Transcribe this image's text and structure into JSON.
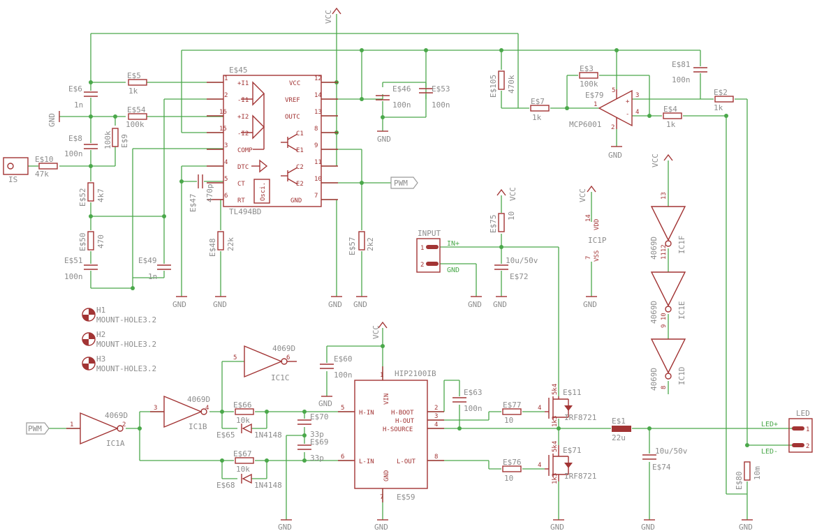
{
  "ic_main": {
    "name": "E$45",
    "value": "TL494BD",
    "pins_left": [
      {
        "num": "1",
        "label": "+I1"
      },
      {
        "num": "2",
        "label": "-I1"
      },
      {
        "num": "16",
        "label": "+I2"
      },
      {
        "num": "15",
        "label": "-I2"
      },
      {
        "num": "3",
        "label": "COMP"
      },
      {
        "num": "4",
        "label": "DTC"
      },
      {
        "num": "5",
        "label": "CT"
      },
      {
        "num": "6",
        "label": "RT"
      }
    ],
    "pins_right": [
      {
        "num": "12",
        "label": "VCC"
      },
      {
        "num": "14",
        "label": "VREF"
      },
      {
        "num": "13",
        "label": "OUTC"
      },
      {
        "num": "8",
        "label": "C1"
      },
      {
        "num": "9",
        "label": "E1"
      },
      {
        "num": "11",
        "label": "C2"
      },
      {
        "num": "10",
        "label": "E2"
      },
      {
        "num": "7",
        "label": "GND"
      }
    ],
    "osc_label": "Osci."
  },
  "driver": {
    "name": "E$59",
    "value": "HIP2100IB",
    "pins": [
      {
        "num": "1",
        "label": "VIN"
      },
      {
        "num": "5",
        "label": "H-IN"
      },
      {
        "num": "6",
        "label": "L-IN"
      },
      {
        "num": "2",
        "label": "H-BOOT"
      },
      {
        "num": "3",
        "label": "H-OUT"
      },
      {
        "num": "4",
        "label": "H-SOURCE"
      },
      {
        "num": "8",
        "label": "L-OUT"
      },
      {
        "num": "7",
        "label": "GND"
      }
    ]
  },
  "opamp": {
    "name": "E$79",
    "value": "MCP6001",
    "pins": [
      "1",
      "2",
      "3",
      "4",
      "5"
    ],
    "plus": "+",
    "minus": "-"
  },
  "resistors": [
    {
      "name": "E$5",
      "value": "1k"
    },
    {
      "name": "E$54",
      "value": "100k"
    },
    {
      "name": "E$9",
      "value": "100k"
    },
    {
      "name": "E$10",
      "value": "47k"
    },
    {
      "name": "E$52",
      "value": "4k7"
    },
    {
      "name": "E$50",
      "value": "470"
    },
    {
      "name": "E$48",
      "value": "22k"
    },
    {
      "name": "E$57",
      "value": "2k2"
    },
    {
      "name": "E$105",
      "value": "470k"
    },
    {
      "name": "E$7",
      "value": "1k"
    },
    {
      "name": "E$3",
      "value": "100k"
    },
    {
      "name": "E$4",
      "value": "1k"
    },
    {
      "name": "E$2",
      "value": "1k"
    },
    {
      "name": "E$75",
      "value": "10"
    },
    {
      "name": "E$66",
      "value": "10k"
    },
    {
      "name": "E$67",
      "value": "10k"
    },
    {
      "name": "E$77",
      "value": "10"
    },
    {
      "name": "E$76",
      "value": "10"
    },
    {
      "name": "E$80",
      "value": "10m"
    }
  ],
  "capacitors": [
    {
      "name": "E$6",
      "value": "1n"
    },
    {
      "name": "E$8",
      "value": "100n"
    },
    {
      "name": "E$51",
      "value": "100n"
    },
    {
      "name": "E$49",
      "value": "1n"
    },
    {
      "name": "E$47",
      "value": "470p"
    },
    {
      "name": "E$46",
      "value": "100n"
    },
    {
      "name": "E$53",
      "value": "100n"
    },
    {
      "name": "E$81",
      "value": "100n"
    },
    {
      "name": "E$72",
      "value": "10u/50v"
    },
    {
      "name": "E$60",
      "value": "100n"
    },
    {
      "name": "E$63",
      "value": "100n"
    },
    {
      "name": "E$70",
      "value": "33p"
    },
    {
      "name": "E$69",
      "value": "33p"
    },
    {
      "name": "E$74",
      "value": "10u/50v"
    }
  ],
  "diodes": [
    {
      "name": "E$65",
      "value": "1N4148"
    },
    {
      "name": "E$68",
      "value": "1N4148"
    }
  ],
  "inductor": {
    "name": "E$1",
    "value": "22u"
  },
  "mosfets": [
    {
      "name": "E$11",
      "value": "IRF8721"
    },
    {
      "name": "E$71",
      "value": "IRF8721"
    }
  ],
  "mosfet_pins": {
    "gate": "4",
    "drain": "5k4",
    "source": "1k3"
  },
  "inverters": [
    {
      "name": "IC1A",
      "value": "4069D",
      "pin_in": "1",
      "pin_out": "2"
    },
    {
      "name": "IC1B",
      "value": "4069D",
      "pin_in": "3",
      "pin_out": "4"
    },
    {
      "name": "IC1C",
      "value": "4069D",
      "pin_in": "5",
      "pin_out": "6"
    },
    {
      "name": "IC1F",
      "value": "4069D",
      "pin_in": "13",
      "pin_out": "1112"
    },
    {
      "name": "IC1E",
      "value": "4069D",
      "pin_in": "",
      "pin_out": "9 10"
    },
    {
      "name": "IC1D",
      "value": "4069D",
      "pin_in": "",
      "pin_out": "8"
    }
  ],
  "power_ic": {
    "name": "IC1P",
    "vdd_pin": "14",
    "vdd": "VDD",
    "vss_pin": "7",
    "vss": "VSS"
  },
  "mount_holes": [
    {
      "name": "H1",
      "value": "MOUNT-HOLE3.2"
    },
    {
      "name": "H2",
      "value": "MOUNT-HOLE3.2"
    },
    {
      "name": "H3",
      "value": "MOUNT-HOLE3.2"
    }
  ],
  "connectors": {
    "input": {
      "title": "INPUT",
      "pin1": "1",
      "pin2": "2",
      "net1": "IN+",
      "net2": "GND"
    },
    "led": {
      "title": "LED",
      "pin1": "1",
      "pin2": "2",
      "net1": "LED+",
      "net2": "LED-"
    },
    "is": {
      "title": "IS"
    }
  },
  "nets": {
    "vcc": "VCC",
    "gnd": "GND",
    "pwm": "PWM"
  }
}
